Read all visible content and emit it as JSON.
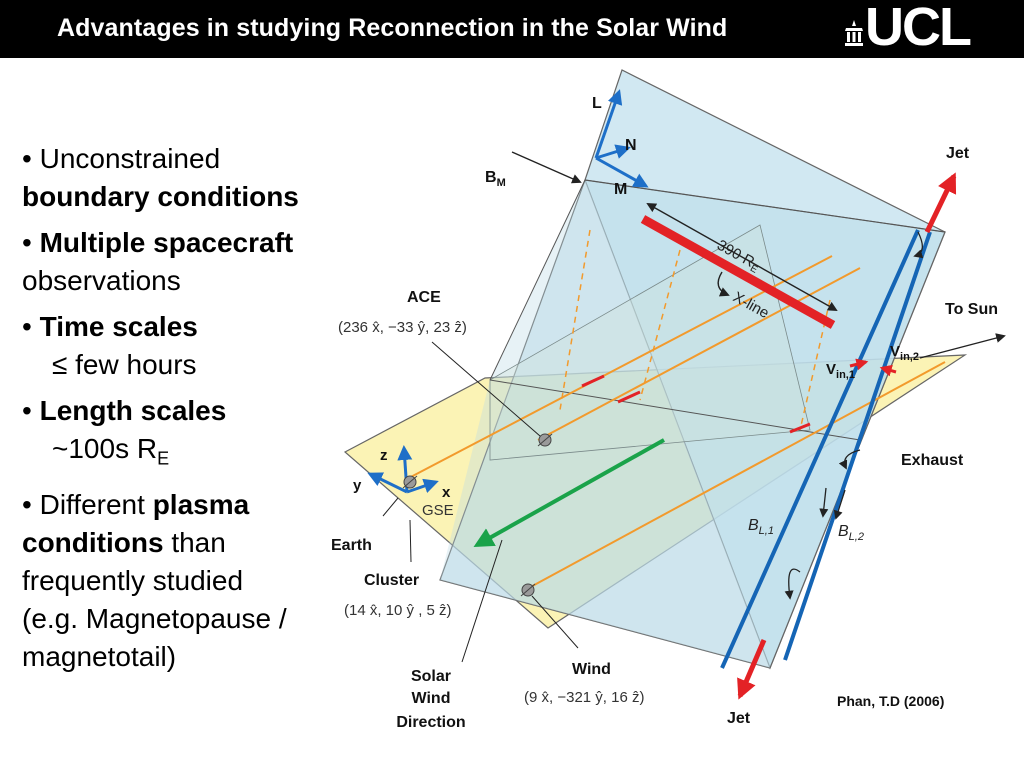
{
  "header": {
    "title": "Advantages in studying Reconnection in the Solar Wind",
    "logo_text": "UCL"
  },
  "bullets": {
    "b1_plain": "Unconstrained",
    "b1_bold": "boundary conditions",
    "b2_bold": "Multiple spacecraft",
    "b2_plain": "observations",
    "b3_bold": "Time scales",
    "b3_value": "≤ few hours",
    "b4_bold": "Length scales",
    "b4_value": "~100s R",
    "b4_sub": "E",
    "b5_plain": "Different",
    "b5_bold_1": "plasma",
    "b5_bold_2": "conditions",
    "b5_rest_1": "than",
    "b5_rest_2": "frequently studied",
    "b5_rest_3": "(e.g. Magnetopause /",
    "b5_rest_4": "magnetotail)"
  },
  "diagram": {
    "jet_top": "Jet",
    "jet_bottom": "Jet",
    "to_sun": "To Sun",
    "exhaust": "Exhaust",
    "b_m": "B",
    "b_m_sub": "M",
    "axis_l": "L",
    "axis_n": "N",
    "axis_m": "M",
    "length": "390 R",
    "length_sub": "E",
    "xline": "X-line",
    "v_in1": "V",
    "v_in1_sub": "in,1",
    "v_in2": "V",
    "v_in2_sub": "in,2",
    "b_l1": "B",
    "b_l1_sub": "L,1",
    "b_l2": "B",
    "b_l2_sub": "L,2",
    "ace": "ACE",
    "ace_coords": "(236 x̂, −33 ŷ, 23 ẑ)",
    "earth": "Earth",
    "cluster": "Cluster",
    "cluster_coords": "(14 x̂, 10 ŷ , 5 ẑ)",
    "wind": "Wind",
    "wind_coords": "(9 x̂, −321 ŷ, 16 ẑ)",
    "gse": "GSE",
    "axis_x": "x",
    "axis_y": "y",
    "axis_z": "z",
    "solar_wind_1": "Solar",
    "solar_wind_2": "Wind",
    "solar_wind_3": "Direction",
    "citation": "Phan, T.D (2006)"
  }
}
